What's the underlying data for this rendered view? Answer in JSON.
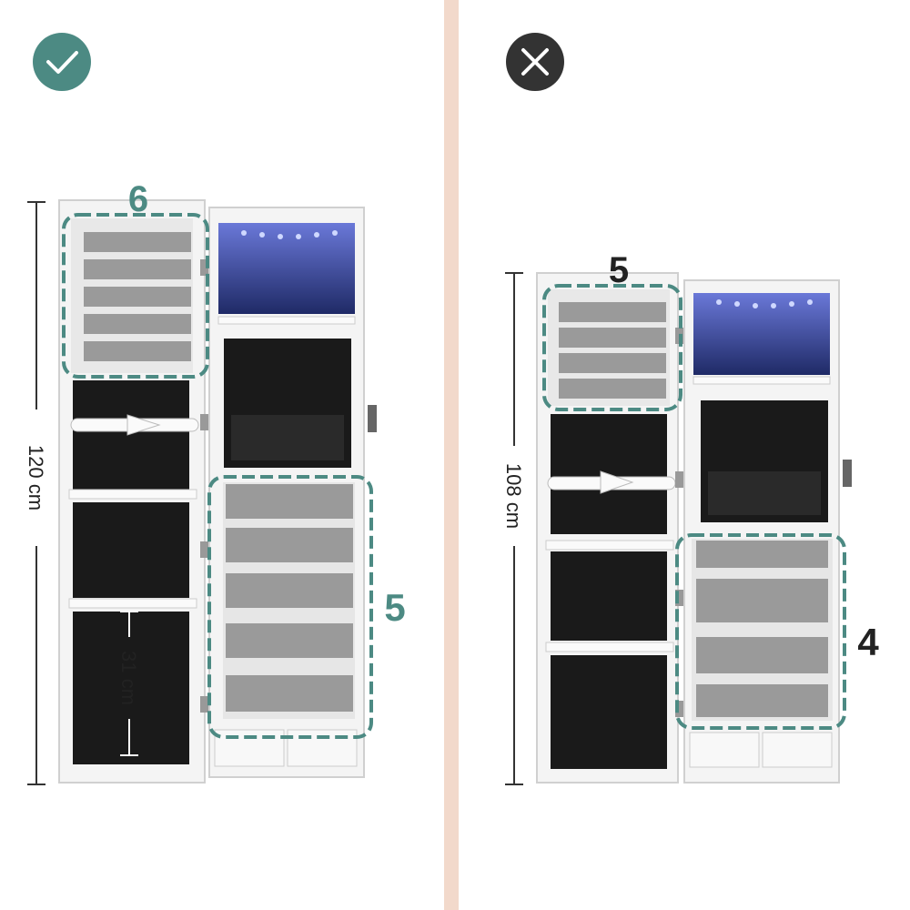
{
  "panels": {
    "good": {
      "status_icon": "check-icon",
      "status_color": "#4c8a83",
      "height_label": "120 cm",
      "spacing_label": "31 cm",
      "top_panel_count": "6",
      "bottom_shelf_count": "5"
    },
    "bad": {
      "status_icon": "close-icon",
      "status_color": "#333333",
      "height_label": "108 cm",
      "top_panel_count": "5",
      "bottom_shelf_count": "4"
    }
  },
  "colors": {
    "divider": "#f2d9cb",
    "accent": "#4c8a83",
    "led_blue": "#3b4a9a",
    "fabric_black": "#1a1a1a",
    "cabinet_white": "#f4f4f4"
  }
}
